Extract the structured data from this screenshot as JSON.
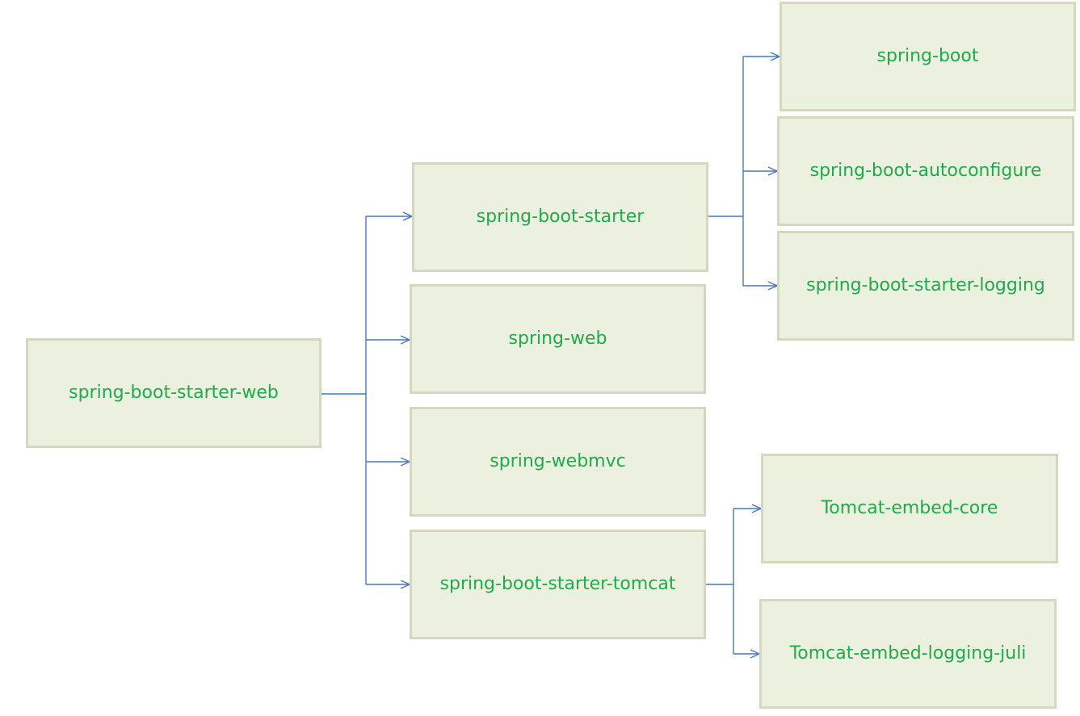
{
  "diagram": {
    "nodes": [
      {
        "id": "root",
        "label": "spring-boot-starter-web"
      },
      {
        "id": "starter",
        "label": "spring-boot-starter"
      },
      {
        "id": "web",
        "label": "spring-web"
      },
      {
        "id": "webmvc",
        "label": "spring-webmvc"
      },
      {
        "id": "tomcat",
        "label": "spring-boot-starter-tomcat"
      },
      {
        "id": "boot",
        "label": "spring-boot"
      },
      {
        "id": "autoconfigure",
        "label": "spring-boot-autoconfigure"
      },
      {
        "id": "logging",
        "label": "spring-boot-starter-logging"
      },
      {
        "id": "tomcat-core",
        "label": "Tomcat-embed-core"
      },
      {
        "id": "tomcat-juli",
        "label": "Tomcat-embed-logging-juli"
      }
    ],
    "edges": [
      {
        "from": "root",
        "to": "starter"
      },
      {
        "from": "root",
        "to": "web"
      },
      {
        "from": "root",
        "to": "webmvc"
      },
      {
        "from": "root",
        "to": "tomcat"
      },
      {
        "from": "starter",
        "to": "boot"
      },
      {
        "from": "starter",
        "to": "autoconfigure"
      },
      {
        "from": "starter",
        "to": "logging"
      },
      {
        "from": "tomcat",
        "to": "tomcat-core"
      },
      {
        "from": "tomcat",
        "to": "tomcat-juli"
      }
    ],
    "colors": {
      "box_fill": "#ebf1de",
      "box_border": "#d7d6be",
      "label_text": "#1fab4b",
      "connector": "#4a77b8"
    }
  }
}
